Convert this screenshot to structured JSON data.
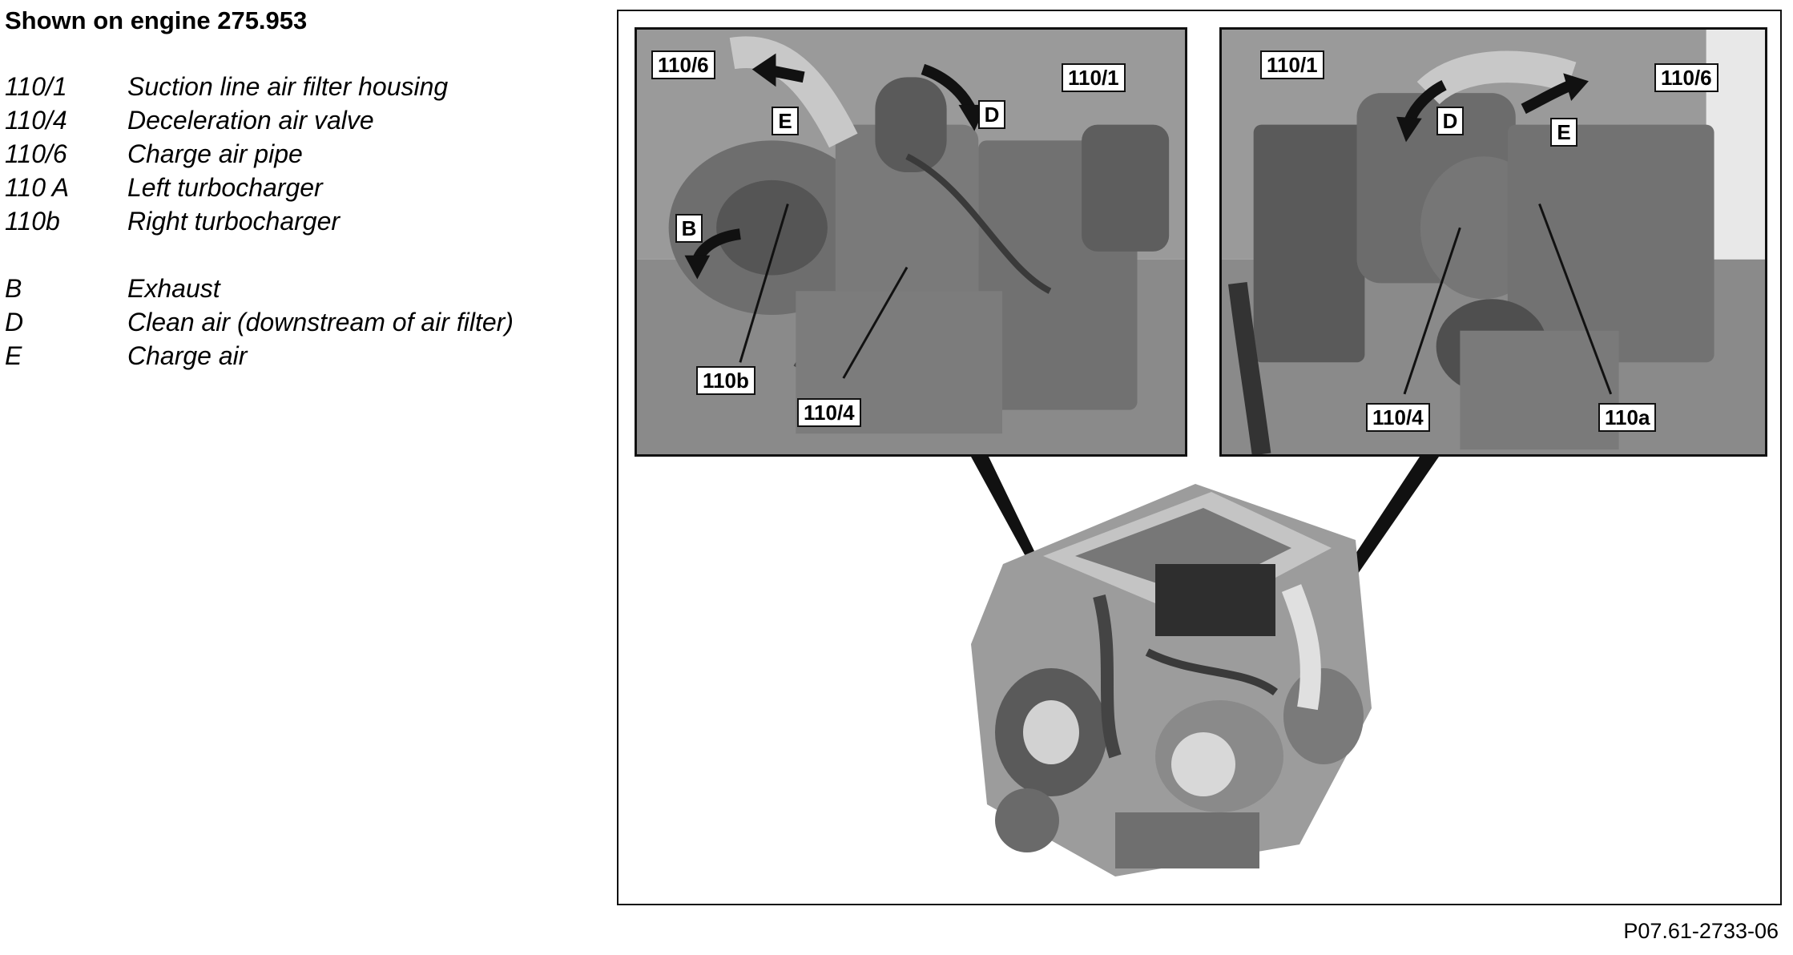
{
  "heading": "Shown on engine 275.953",
  "legend": [
    {
      "code": "110/1",
      "desc": "Suction line air filter housing"
    },
    {
      "code": "110/4",
      "desc": "Deceleration air valve"
    },
    {
      "code": "110/6",
      "desc": "Charge air pipe"
    },
    {
      "code": "110 A",
      "desc": "Left turbocharger"
    },
    {
      "code": "110b",
      "desc": "Right turbocharger"
    },
    {
      "code": "B",
      "desc": "Exhaust"
    },
    {
      "code": "D",
      "desc": "Clean air (downstream of air filter)"
    },
    {
      "code": "E",
      "desc": "Charge air"
    }
  ],
  "left_photo": {
    "callouts": [
      "110/6",
      "110/1",
      "110b",
      "110/4"
    ],
    "flows": [
      "E",
      "D",
      "B"
    ]
  },
  "right_photo": {
    "callouts": [
      "110/1",
      "110/6",
      "110/4",
      "110a"
    ],
    "flows": [
      "D",
      "E"
    ]
  },
  "figure_code": "P07.61-2733-06"
}
